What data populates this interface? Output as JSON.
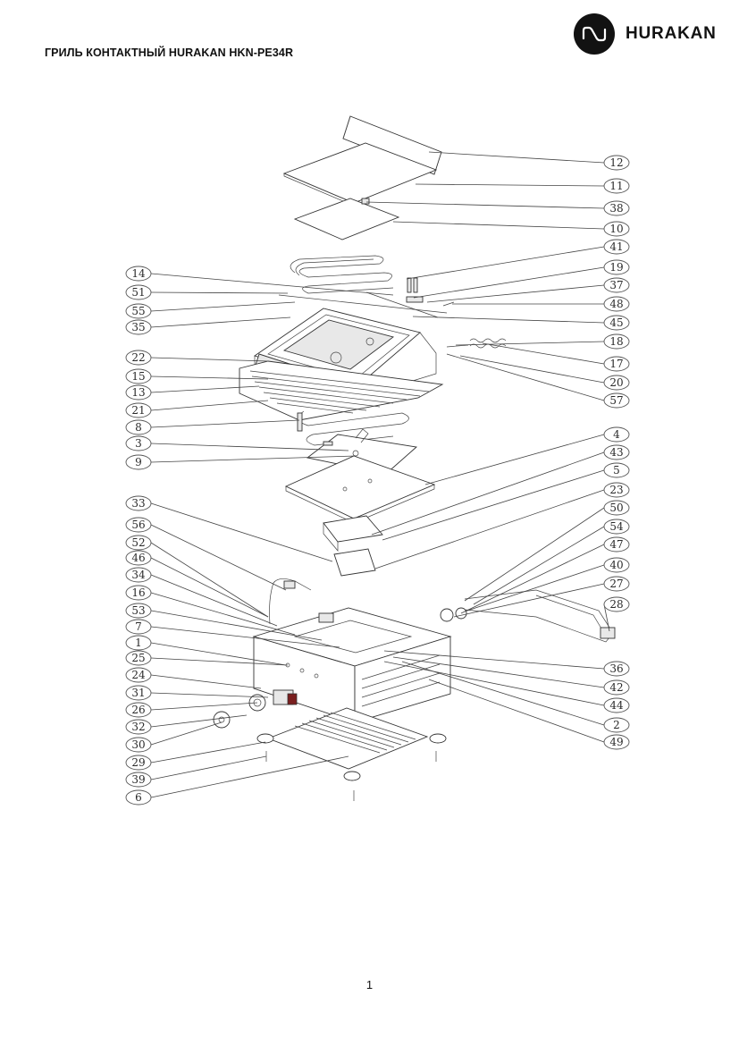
{
  "header": {
    "title": "ГРИЛЬ КОНТАКТНЫЙ HURAKAN HKN-PE34R",
    "brand": "HURAKAN",
    "brand_icon": "hurakan-wave-logo-icon"
  },
  "diagram": {
    "callouts_left": [
      "14",
      "51",
      "55",
      "35",
      "22",
      "15",
      "13",
      "21",
      "8",
      "3",
      "9",
      "33",
      "56",
      "52",
      "46",
      "34",
      "16",
      "53",
      "7",
      "1",
      "25",
      "24",
      "31",
      "26",
      "32",
      "30",
      "29",
      "39",
      "6"
    ],
    "callouts_right": [
      "12",
      "11",
      "38",
      "10",
      "41",
      "19",
      "37",
      "48",
      "45",
      "18",
      "17",
      "20",
      "57",
      "4",
      "43",
      "5",
      "23",
      "50",
      "54",
      "47",
      "40",
      "27",
      "28",
      "36",
      "42",
      "44",
      "2",
      "49"
    ]
  },
  "footer": {
    "page_number": "1"
  },
  "colors": {
    "text": "#111111",
    "brand_mark": "#121212",
    "line": "#444444"
  }
}
